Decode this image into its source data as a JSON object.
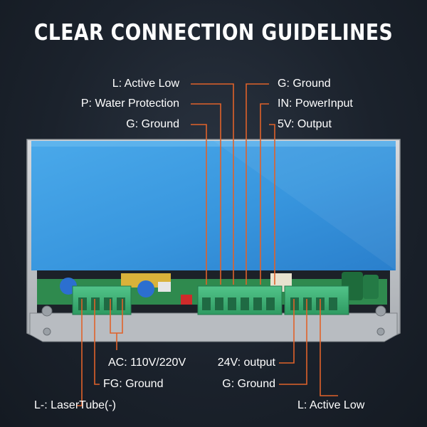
{
  "title": "CLEAR CONNECTION GUIDELINES",
  "labels": {
    "l_active_low_top": "L: Active Low",
    "p_water_protection": "P: Water Protection",
    "g_ground_top_left": "G: Ground",
    "g_ground_top_right": "G: Ground",
    "in_power_input": "IN: PowerInput",
    "v5_output": "5V: Output",
    "ac_110_220": "AC: 110V/220V",
    "fg_ground": "FG: Ground",
    "l_laser_tube": "L-: LaserTube(-)",
    "v24_output": "24V: output",
    "g_ground_bottom": "G: Ground",
    "l_active_low_bottom": "L: Active Low"
  },
  "colors": {
    "leader_line": "#e0622a",
    "cover_blue": "#3b9be0",
    "terminal_green": "#3fb27a",
    "pcb_green": "#2f8a4e",
    "chassis": "#c9ccd0"
  }
}
